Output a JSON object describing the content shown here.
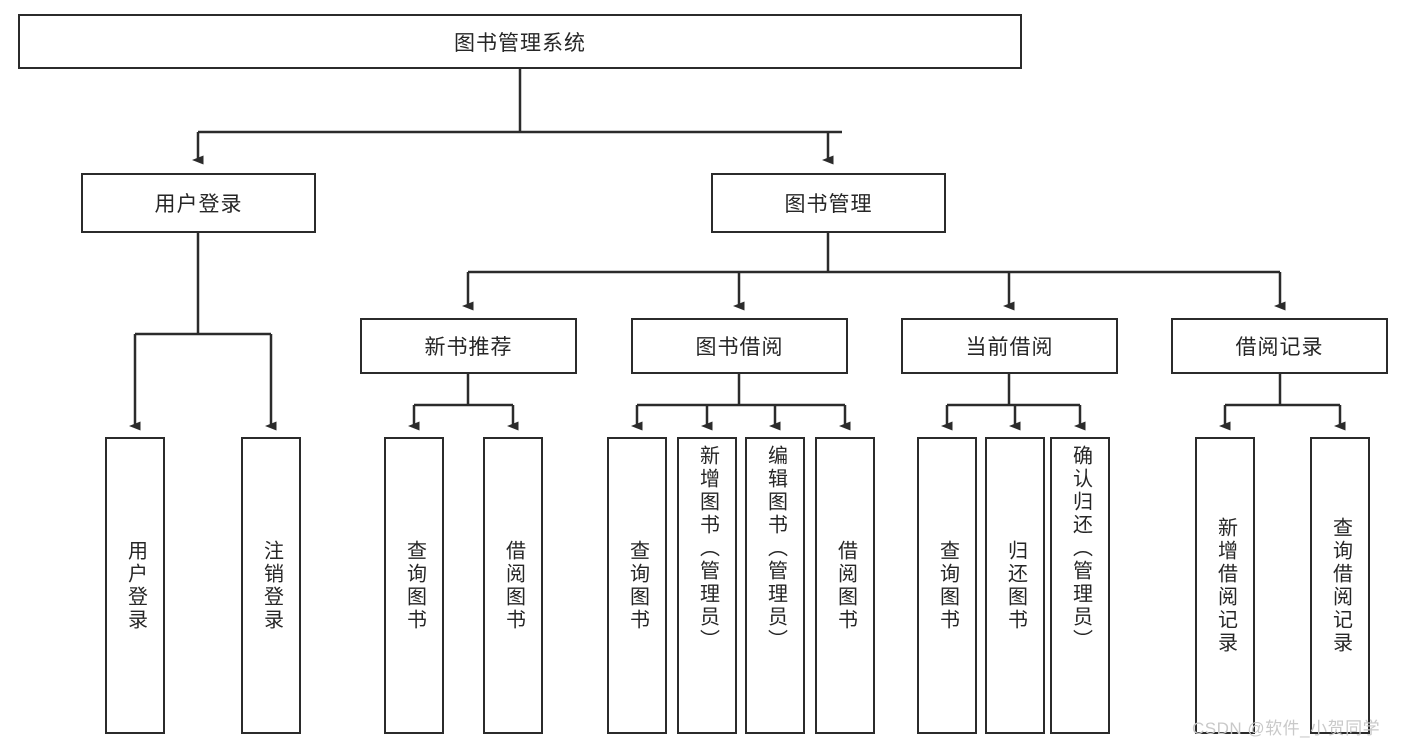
{
  "diagram": {
    "title": "图书管理系统",
    "type": "tree-hierarchy-diagram",
    "root": {
      "label": "图书管理系统",
      "orientation": "horizontal"
    },
    "level2": [
      {
        "label": "用户登录",
        "orientation": "horizontal"
      },
      {
        "label": "图书管理",
        "orientation": "horizontal"
      }
    ],
    "level3": [
      {
        "label": "新书推荐",
        "orientation": "horizontal"
      },
      {
        "label": "图书借阅",
        "orientation": "horizontal"
      },
      {
        "label": "当前借阅",
        "orientation": "horizontal"
      },
      {
        "label": "借阅记录",
        "orientation": "horizontal"
      }
    ],
    "leaves": {
      "user_login": [
        {
          "label": "用户登录",
          "orientation": "vertical"
        },
        {
          "label": "注销登录",
          "orientation": "vertical"
        }
      ],
      "new_book_recommend": [
        {
          "label": "查询图书",
          "orientation": "vertical"
        },
        {
          "label": "借阅图书",
          "orientation": "vertical"
        }
      ],
      "book_borrow": [
        {
          "label": "查询图书",
          "orientation": "vertical"
        },
        {
          "label": "新增图书（管理员）",
          "orientation": "vertical"
        },
        {
          "label": "编辑图书（管理员）",
          "orientation": "vertical"
        },
        {
          "label": "借阅图书",
          "orientation": "vertical"
        }
      ],
      "current_borrow": [
        {
          "label": "查询图书",
          "orientation": "vertical"
        },
        {
          "label": "归还图书",
          "orientation": "vertical"
        },
        {
          "label": "确认归还（管理员）",
          "orientation": "vertical"
        }
      ],
      "borrow_record": [
        {
          "label": "新增借阅记录",
          "orientation": "vertical"
        },
        {
          "label": "查询借阅记录",
          "orientation": "vertical"
        }
      ]
    },
    "watermark": "CSDN @软件_小贺同学",
    "colors": {
      "stroke": "#2b2b2b",
      "fill": "#ffffff",
      "text": "#262626",
      "watermark": "#c9c9c9"
    }
  }
}
